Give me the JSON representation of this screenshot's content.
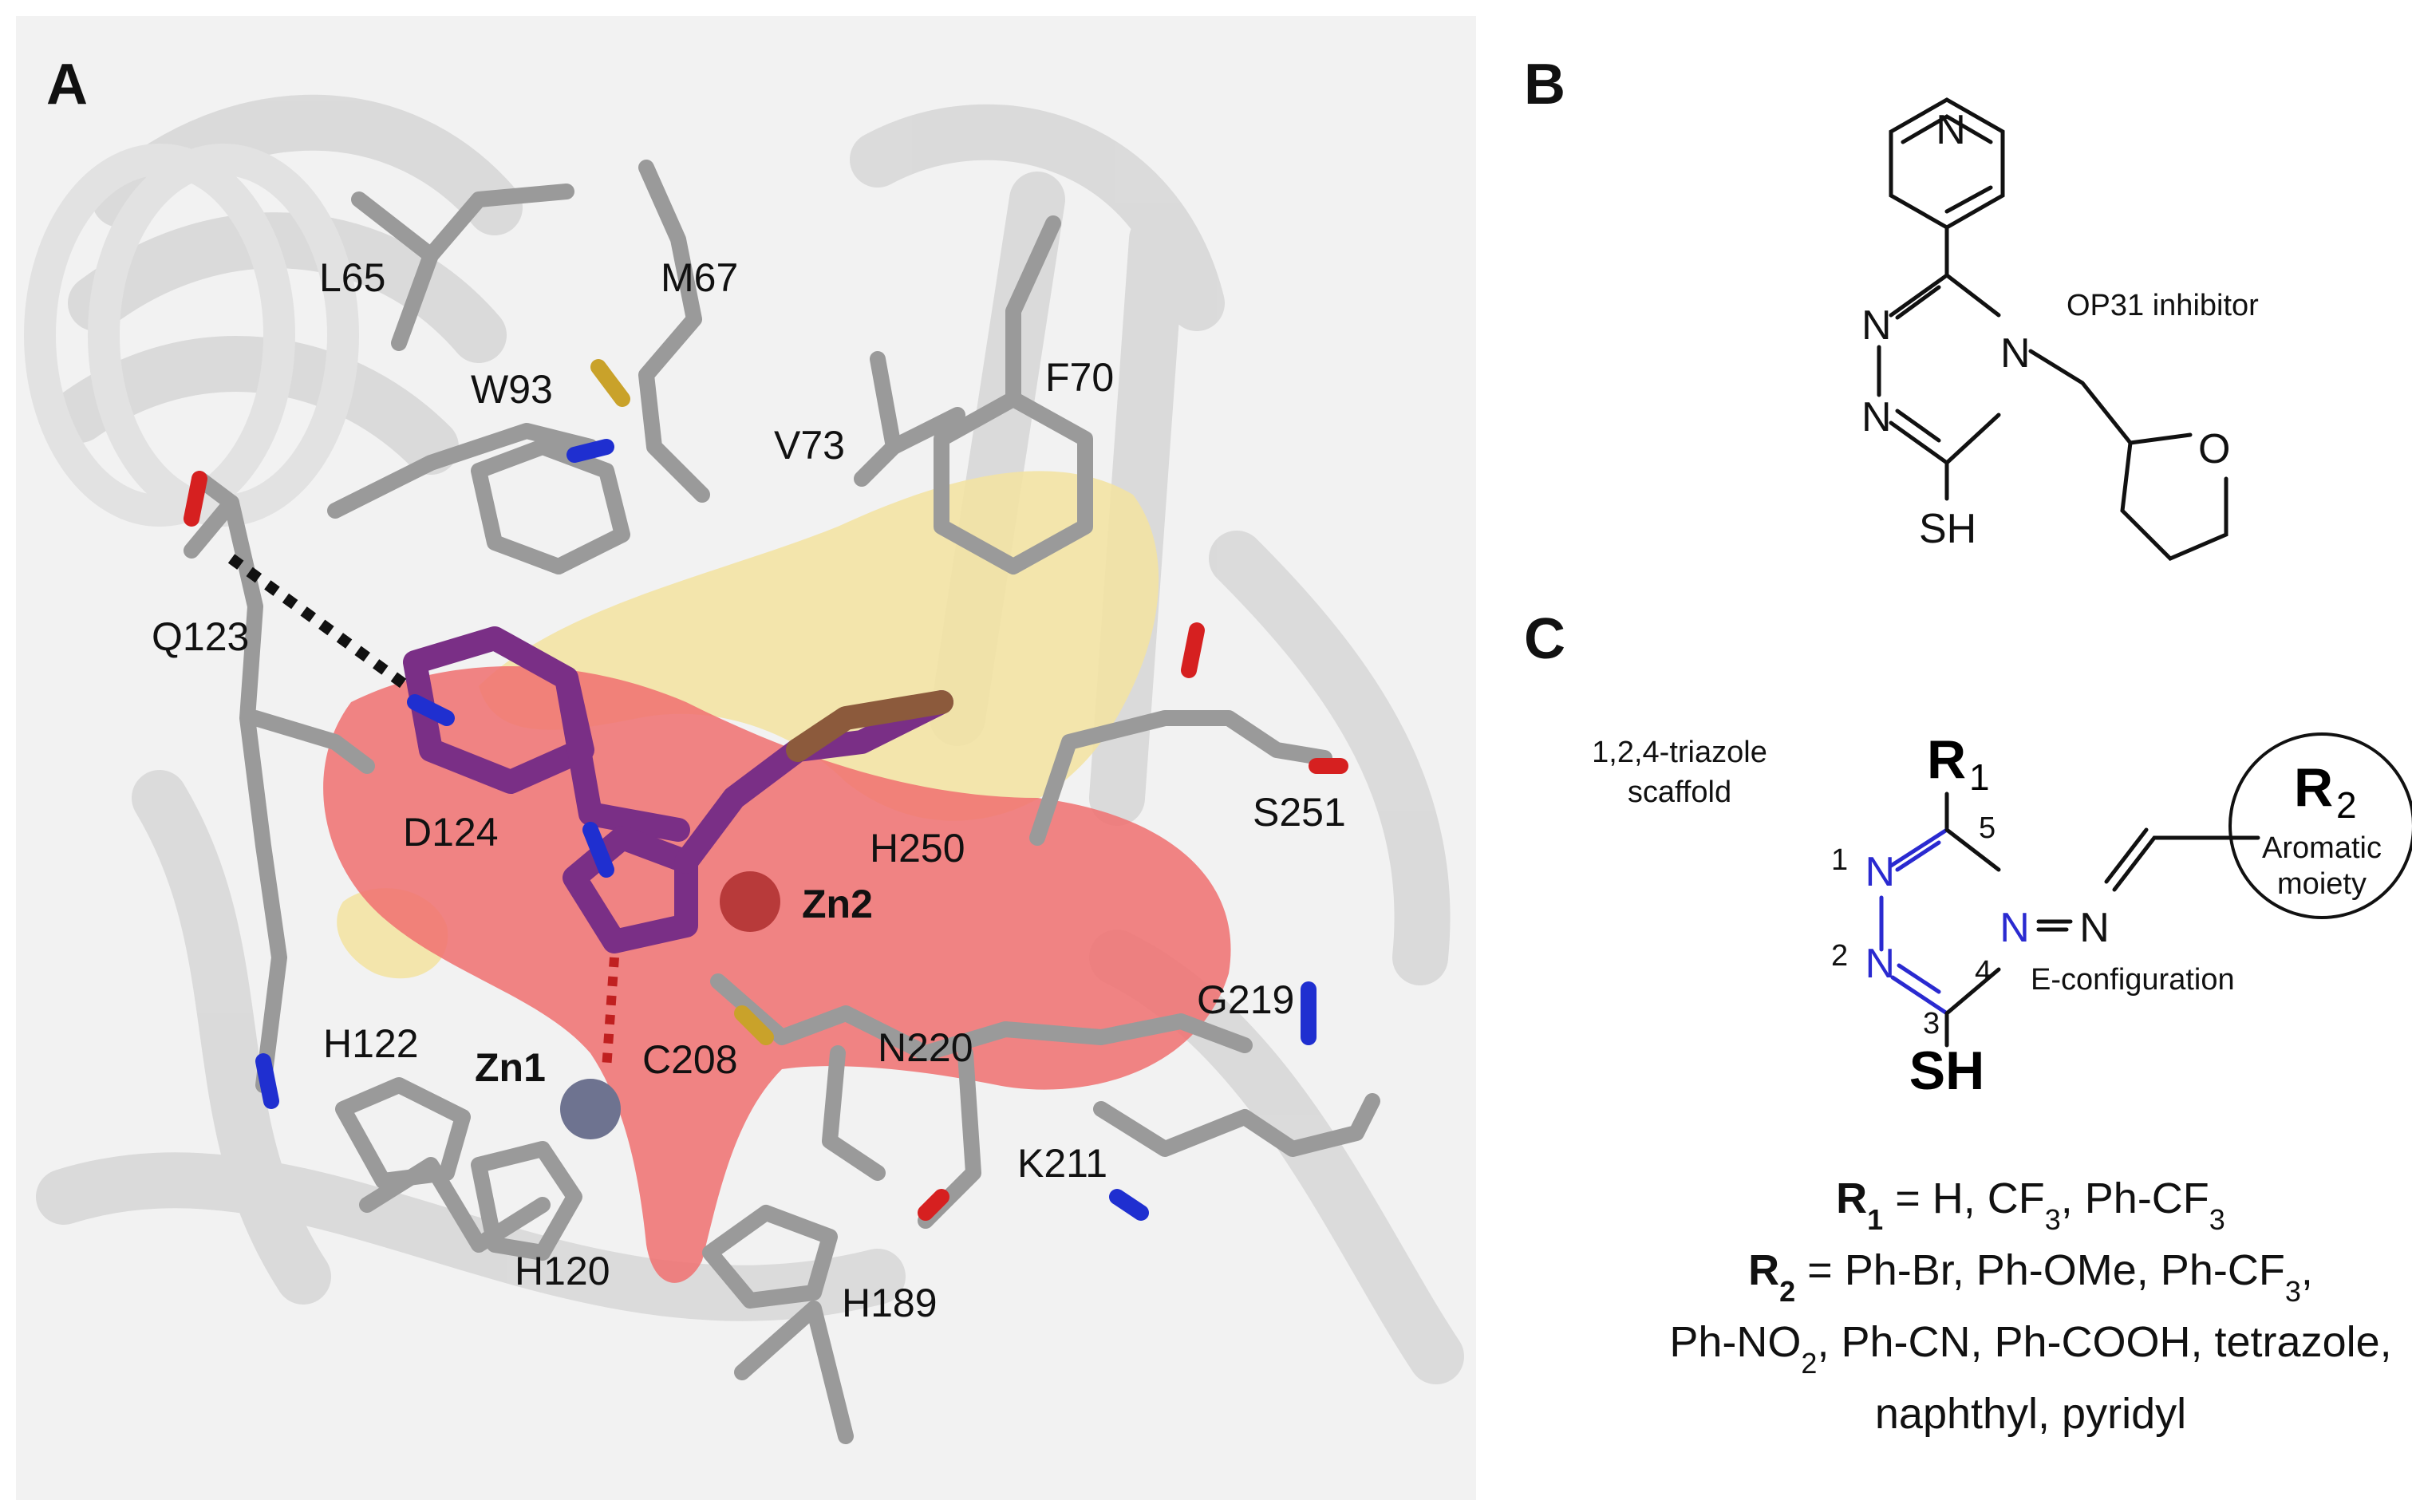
{
  "panelA": {
    "letter": "A",
    "residues": {
      "L65": "L65",
      "M67": "M67",
      "W93": "W93",
      "V73": "V73",
      "F70": "F70",
      "Q123": "Q123",
      "D124": "D124",
      "H250": "H250",
      "S251": "S251",
      "G219": "G219",
      "H122": "H122",
      "C208": "C208",
      "N220": "N220",
      "K211": "K211",
      "H120": "H120",
      "H189": "H189"
    },
    "zinc": {
      "zn1": "Zn1",
      "zn2": "Zn2"
    },
    "colors": {
      "protein": "#dcdcdc",
      "ligand": "#7a2f86",
      "nitrogen": "#1f2fd0",
      "oxygen": "#d62020",
      "sulfur": "#c9a22a",
      "surface_red": "#f07070",
      "surface_yellow": "#f3e3a0",
      "zinc": "#6e7390"
    }
  },
  "panelB": {
    "letter": "B",
    "atoms": {
      "pyridine_n": "N",
      "ring_n1": "N",
      "ring_n2": "N",
      "ring_n4": "N",
      "thiol": "SH",
      "thf_o": "O"
    },
    "caption": "OP31 inhibitor"
  },
  "panelC": {
    "letter": "C",
    "scaffold_label_line1": "1,2,4-triazole",
    "scaffold_label_line2": "scaffold",
    "r1_main": "R",
    "r1_sub": "1",
    "r2_main": "R",
    "r2_sub": "2",
    "r2_desc_line1": "Aromatic",
    "r2_desc_line2": "moiety",
    "ring_numbers": {
      "n1": "1",
      "n2": "2",
      "n3": "3",
      "n4": "4",
      "n5": "5"
    },
    "atoms": {
      "n1": "N",
      "n2": "N",
      "n4": "N",
      "imine_n": "N",
      "thiol": "SH"
    },
    "config_label": "E-configuration",
    "substituents": {
      "r1_line": {
        "label": "R",
        "sub": "1",
        "text": " = H, CF",
        "sub2": "3",
        "text2": ", Ph-CF",
        "sub3": "3"
      },
      "r2_line": {
        "label": "R",
        "sub": "2",
        "text": " = Ph-Br, Ph-OMe, Ph-CF",
        "sub2": "3",
        "text2": ","
      },
      "line3": {
        "text": "Ph-NO",
        "sub": "2",
        "text2": ", Ph-CN, Ph-COOH, tetrazole,"
      },
      "line4": "naphthyl, pyridyl"
    }
  }
}
